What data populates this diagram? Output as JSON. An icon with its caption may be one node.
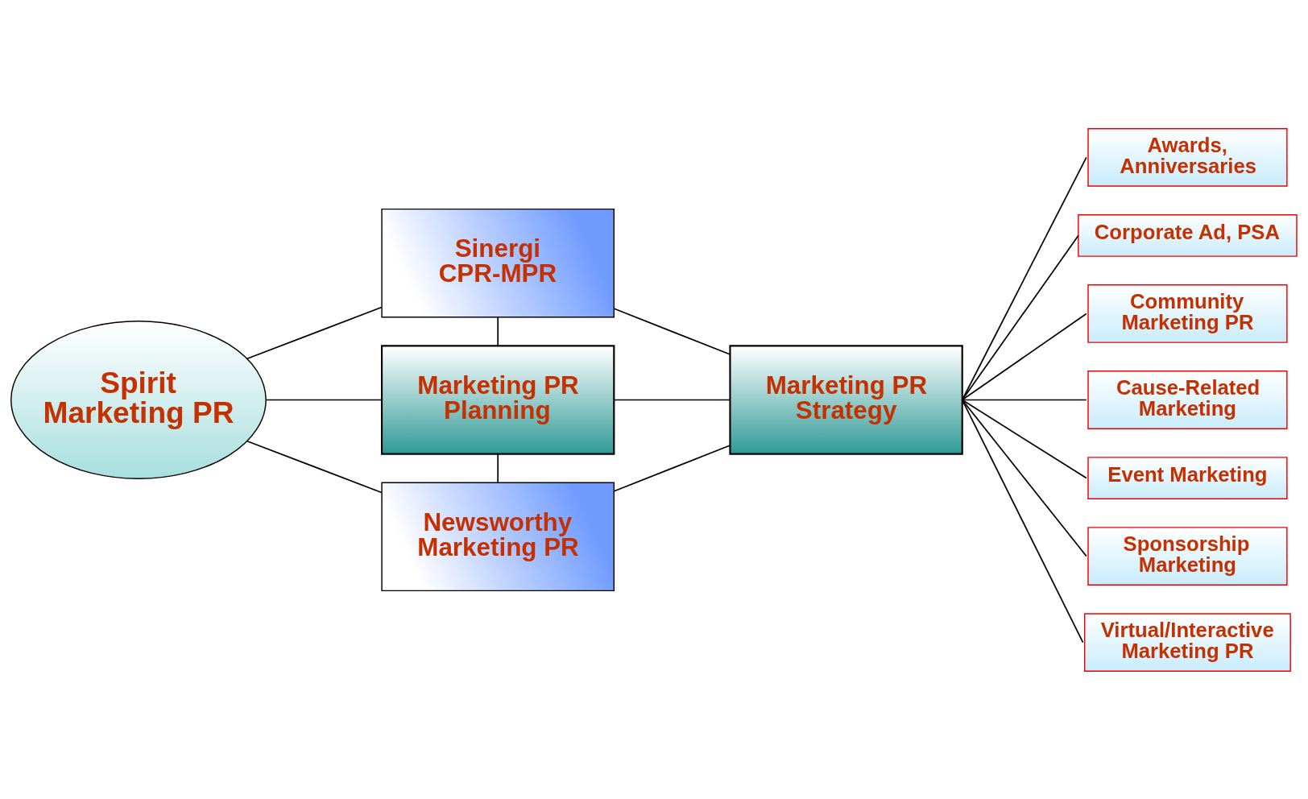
{
  "diagram": {
    "nodes": [
      {
        "text": [
          "Spirit Marketing PR"
        ]
      },
      {
        "text": [
          "Sinergi CPR-MPR"
        ]
      },
      {
        "text": [
          "Marketing PR Planning"
        ]
      },
      {
        "text": [
          "Newsworthy Marketing PR"
        ]
      },
      {
        "text": [
          "Marketing PR Strategy"
        ]
      },
      {
        "text": [
          "Awards, Anniversaries"
        ]
      },
      {
        "text": [
          "Corporate Ad, PSA"
        ]
      },
      {
        "text": [
          "Community Marketing PR"
        ]
      },
      {
        "text": [
          "Cause-Related Marketing"
        ]
      },
      {
        "text": [
          "Event Marketing"
        ]
      },
      {
        "text": [
          "Sponsorship Marketing"
        ]
      },
      {
        "text": [
          "Virtual/Interactive Marketing PR"
        ]
      }
    ],
    "edges": [
      {
        "from": 0,
        "to": 1,
        "arrow": "none"
      },
      {
        "from": 0,
        "to": 2,
        "arrow": "none"
      },
      {
        "from": 0,
        "to": 3,
        "arrow": "none"
      },
      {
        "from": 1,
        "to": 2,
        "arrow": "none"
      },
      {
        "from": 2,
        "to": 3,
        "arrow": "none"
      },
      {
        "from": 1,
        "to": 4,
        "arrow": "none"
      },
      {
        "from": 2,
        "to": 4,
        "arrow": "none"
      },
      {
        "from": 3,
        "to": 4,
        "arrow": "none"
      },
      {
        "from": 4,
        "to": 5,
        "arrow": "none"
      },
      {
        "from": 4,
        "to": 6,
        "arrow": "none"
      },
      {
        "from": 4,
        "to": 7,
        "arrow": "none"
      },
      {
        "from": 4,
        "to": 8,
        "arrow": "none"
      },
      {
        "from": 4,
        "to": 9,
        "arrow": "none"
      },
      {
        "from": 4,
        "to": 10,
        "arrow": "none"
      },
      {
        "from": 4,
        "to": 11,
        "arrow": "none"
      }
    ]
  }
}
